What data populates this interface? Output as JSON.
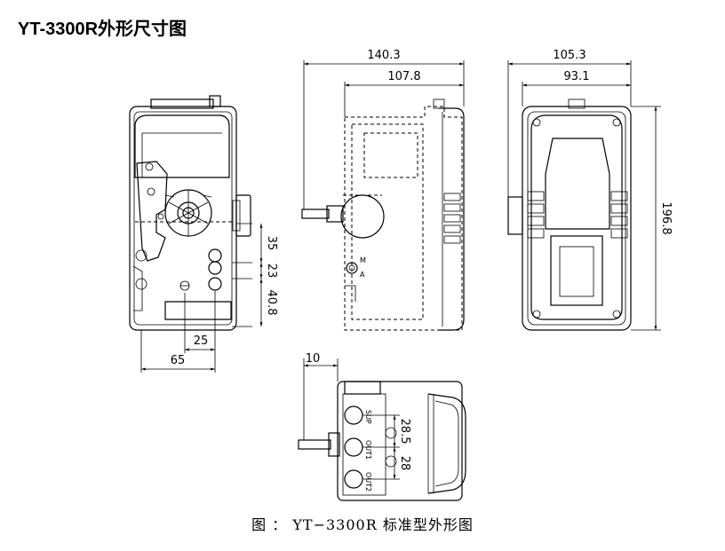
{
  "title": "YT-3300R外形尺寸图",
  "caption": "图 ： YT−3300R 标准型外形图",
  "side_view": {
    "dim_total_width": "140.3",
    "dim_body_width": "107.8"
  },
  "right_view": {
    "dim_total_width": "105.3",
    "dim_inner_width": "93.1",
    "dim_height": "196.8"
  },
  "front_view": {
    "dim_35": "35",
    "dim_23": "23",
    "dim_40_8": "40.8",
    "dim_25": "25",
    "dim_65": "65"
  },
  "bottom_view": {
    "dim_10": "10",
    "dim_28_5": "28.5",
    "dim_28": "28",
    "port_sup": "SUP",
    "port_out1": "OUT1",
    "port_out2": "OUT2"
  },
  "labels": {
    "M": "M",
    "A": "A"
  }
}
